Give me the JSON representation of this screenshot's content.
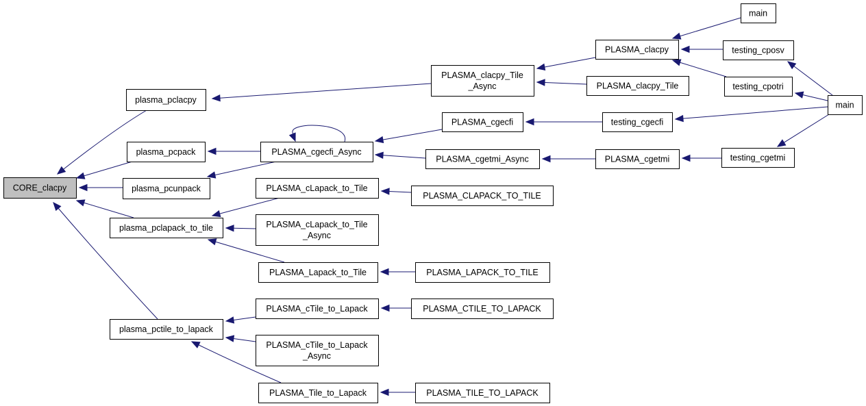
{
  "diagram": {
    "type": "call-graph",
    "root": "CORE_clacpy",
    "colors": {
      "edge": "#191970",
      "root_fill": "#bfbfbf",
      "node_fill": "#ffffff",
      "node_border": "#000000"
    },
    "nodes": [
      {
        "id": "core_clacpy",
        "lines": [
          "CORE_clacpy"
        ],
        "root": true
      },
      {
        "id": "plasma_pclacpy",
        "lines": [
          "plasma_pclacpy"
        ]
      },
      {
        "id": "plasma_pcpack",
        "lines": [
          "plasma_pcpack"
        ]
      },
      {
        "id": "plasma_pcunpack",
        "lines": [
          "plasma_pcunpack"
        ]
      },
      {
        "id": "plasma_pclapack_to_tile",
        "lines": [
          "plasma_pclapack_to_tile"
        ]
      },
      {
        "id": "plasma_pctile_to_lapack",
        "lines": [
          "plasma_pctile_to_lapack"
        ]
      },
      {
        "id": "PLASMA_clacpy_Tile_Async",
        "lines": [
          "PLASMA_clacpy_Tile",
          "_Async"
        ]
      },
      {
        "id": "PLASMA_cgecfi_Async",
        "lines": [
          "PLASMA_cgecfi_Async"
        ]
      },
      {
        "id": "PLASMA_cLapack_to_Tile",
        "lines": [
          "PLASMA_cLapack_to_Tile"
        ]
      },
      {
        "id": "PLASMA_cLapack_to_Tile_Async",
        "lines": [
          "PLASMA_cLapack_to_Tile",
          "_Async"
        ]
      },
      {
        "id": "PLASMA_Lapack_to_Tile",
        "lines": [
          "PLASMA_Lapack_to_Tile"
        ]
      },
      {
        "id": "PLASMA_cTile_to_Lapack",
        "lines": [
          "PLASMA_cTile_to_Lapack"
        ]
      },
      {
        "id": "PLASMA_cTile_to_Lapack_Async",
        "lines": [
          "PLASMA_cTile_to_Lapack",
          "_Async"
        ]
      },
      {
        "id": "PLASMA_Tile_to_Lapack",
        "lines": [
          "PLASMA_Tile_to_Lapack"
        ]
      },
      {
        "id": "PLASMA_clacpy",
        "lines": [
          "PLASMA_clacpy"
        ]
      },
      {
        "id": "PLASMA_clacpy_Tile",
        "lines": [
          "PLASMA_clacpy_Tile"
        ]
      },
      {
        "id": "PLASMA_cgecfi",
        "lines": [
          "PLASMA_cgecfi"
        ]
      },
      {
        "id": "PLASMA_cgetmi_Async",
        "lines": [
          "PLASMA_cgetmi_Async"
        ]
      },
      {
        "id": "PLASMA_CLAPACK_TO_TILE",
        "lines": [
          "PLASMA_CLAPACK_TO_TILE"
        ]
      },
      {
        "id": "PLASMA_LAPACK_TO_TILE",
        "lines": [
          "PLASMA_LAPACK_TO_TILE"
        ]
      },
      {
        "id": "PLASMA_CTILE_TO_LAPACK",
        "lines": [
          "PLASMA_CTILE_TO_LAPACK"
        ]
      },
      {
        "id": "PLASMA_TILE_TO_LAPACK",
        "lines": [
          "PLASMA_TILE_TO_LAPACK"
        ]
      },
      {
        "id": "testing_cgecfi",
        "lines": [
          "testing_cgecfi"
        ]
      },
      {
        "id": "PLASMA_cgetmi",
        "lines": [
          "PLASMA_cgetmi"
        ]
      },
      {
        "id": "main_top",
        "lines": [
          "main"
        ]
      },
      {
        "id": "testing_cposv",
        "lines": [
          "testing_cposv"
        ]
      },
      {
        "id": "testing_cpotri",
        "lines": [
          "testing_cpotri"
        ]
      },
      {
        "id": "testing_cgetmi",
        "lines": [
          "testing_cgetmi"
        ]
      },
      {
        "id": "main_right",
        "lines": [
          "main"
        ]
      }
    ],
    "edges": [
      {
        "from": "plasma_pclacpy",
        "to": "core_clacpy"
      },
      {
        "from": "plasma_pcpack",
        "to": "core_clacpy"
      },
      {
        "from": "plasma_pcunpack",
        "to": "core_clacpy"
      },
      {
        "from": "plasma_pclapack_to_tile",
        "to": "core_clacpy"
      },
      {
        "from": "plasma_pctile_to_lapack",
        "to": "core_clacpy"
      },
      {
        "from": "PLASMA_clacpy_Tile_Async",
        "to": "plasma_pclacpy"
      },
      {
        "from": "PLASMA_cgecfi_Async",
        "to": "plasma_pcpack"
      },
      {
        "from": "PLASMA_cgecfi_Async",
        "to": "plasma_pcunpack"
      },
      {
        "from": "PLASMA_cgecfi_Async",
        "to": "PLASMA_cgecfi_Async"
      },
      {
        "from": "PLASMA_cLapack_to_Tile",
        "to": "plasma_pclapack_to_tile"
      },
      {
        "from": "PLASMA_cLapack_to_Tile_Async",
        "to": "plasma_pclapack_to_tile"
      },
      {
        "from": "PLASMA_Lapack_to_Tile",
        "to": "plasma_pclapack_to_tile"
      },
      {
        "from": "PLASMA_cTile_to_Lapack",
        "to": "plasma_pctile_to_lapack"
      },
      {
        "from": "PLASMA_cTile_to_Lapack_Async",
        "to": "plasma_pctile_to_lapack"
      },
      {
        "from": "PLASMA_Tile_to_Lapack",
        "to": "plasma_pctile_to_lapack"
      },
      {
        "from": "PLASMA_clacpy",
        "to": "PLASMA_clacpy_Tile_Async"
      },
      {
        "from": "PLASMA_clacpy_Tile",
        "to": "PLASMA_clacpy_Tile_Async"
      },
      {
        "from": "PLASMA_cgecfi",
        "to": "PLASMA_cgecfi_Async"
      },
      {
        "from": "PLASMA_cgetmi_Async",
        "to": "PLASMA_cgecfi_Async"
      },
      {
        "from": "PLASMA_CLAPACK_TO_TILE",
        "to": "PLASMA_cLapack_to_Tile"
      },
      {
        "from": "PLASMA_LAPACK_TO_TILE",
        "to": "PLASMA_Lapack_to_Tile"
      },
      {
        "from": "PLASMA_CTILE_TO_LAPACK",
        "to": "PLASMA_cTile_to_Lapack"
      },
      {
        "from": "PLASMA_TILE_TO_LAPACK",
        "to": "PLASMA_Tile_to_Lapack"
      },
      {
        "from": "main_top",
        "to": "PLASMA_clacpy"
      },
      {
        "from": "testing_cposv",
        "to": "PLASMA_clacpy"
      },
      {
        "from": "testing_cpotri",
        "to": "PLASMA_clacpy"
      },
      {
        "from": "testing_cgecfi",
        "to": "PLASMA_cgecfi"
      },
      {
        "from": "PLASMA_cgetmi",
        "to": "PLASMA_cgetmi_Async"
      },
      {
        "from": "main_right",
        "to": "testing_cposv"
      },
      {
        "from": "main_right",
        "to": "testing_cpotri"
      },
      {
        "from": "main_right",
        "to": "testing_cgecfi"
      },
      {
        "from": "main_right",
        "to": "testing_cgetmi"
      },
      {
        "from": "testing_cgetmi",
        "to": "PLASMA_cgetmi"
      }
    ]
  }
}
